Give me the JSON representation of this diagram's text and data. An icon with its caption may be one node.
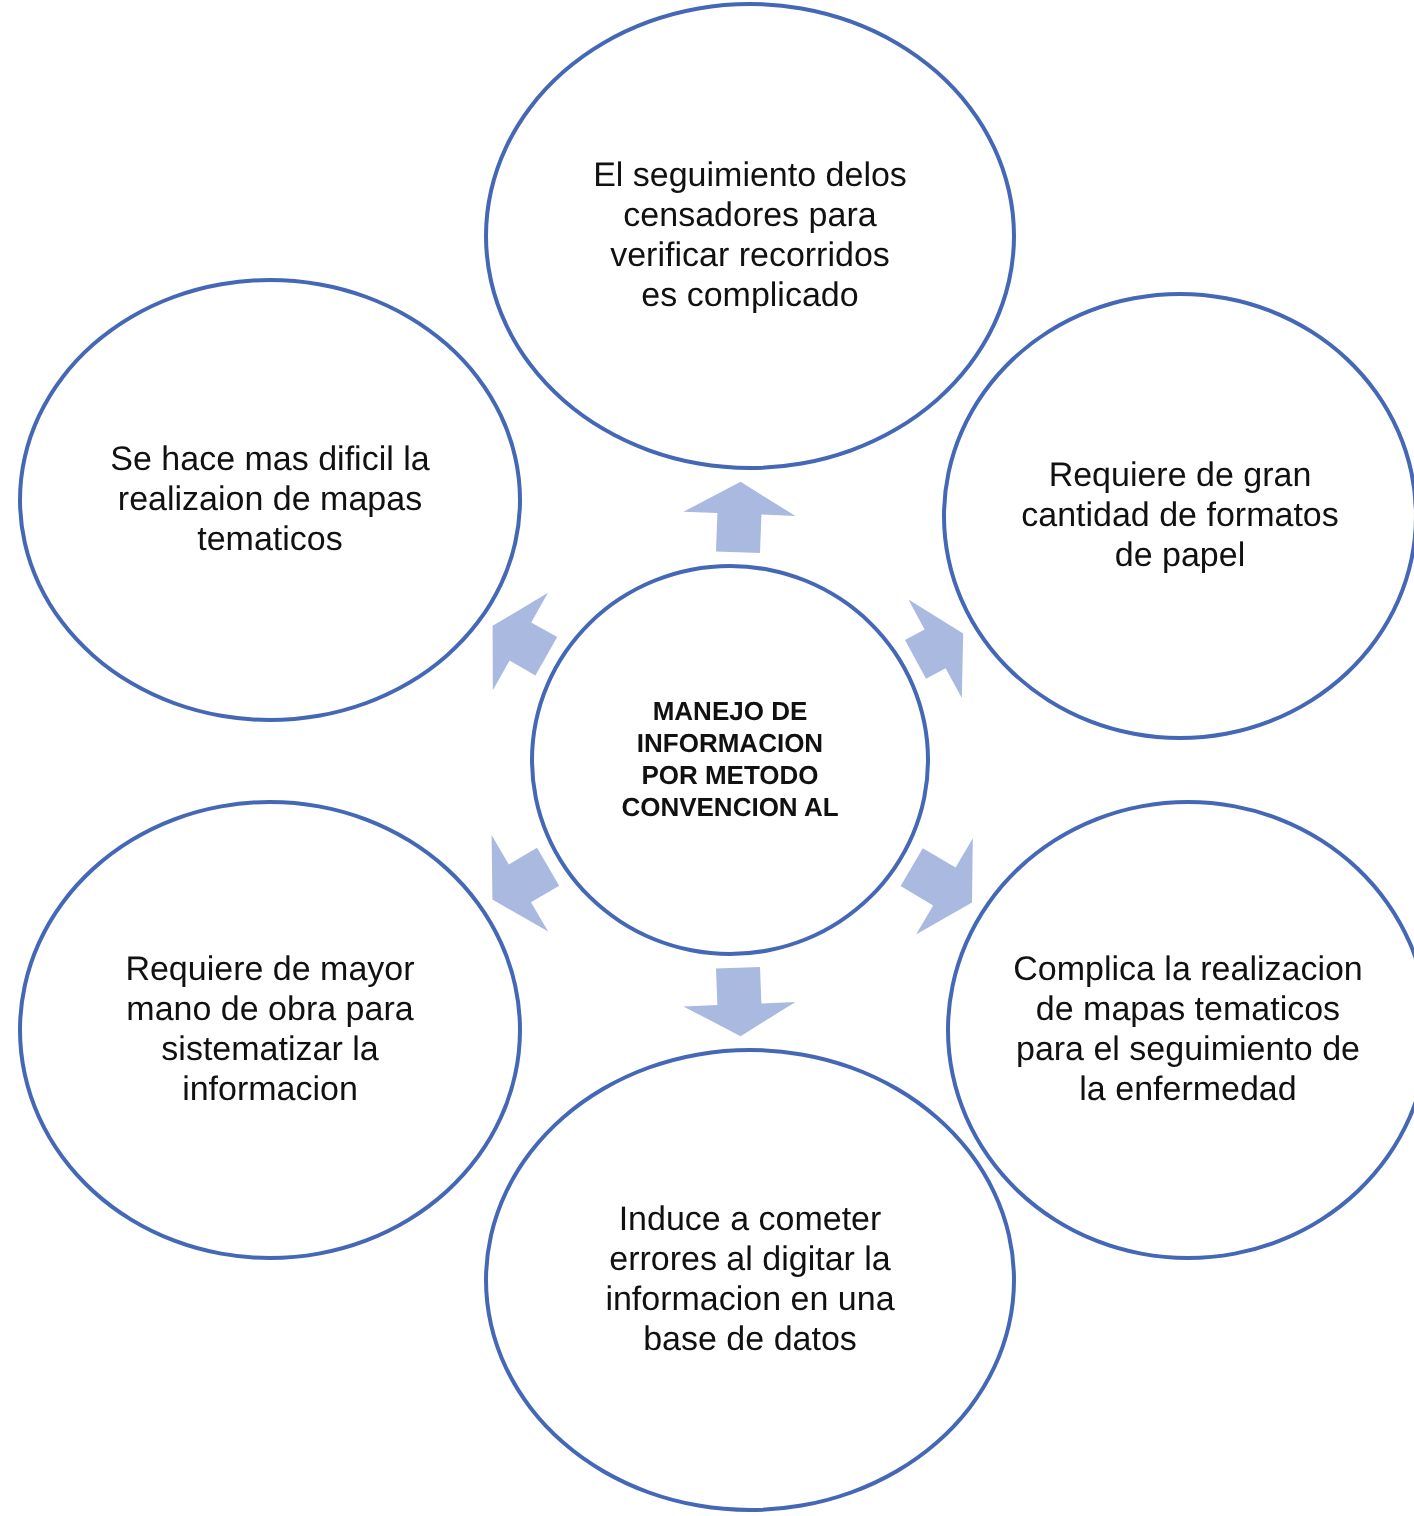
{
  "diagram": {
    "nodes": [
      {
        "text": [
          "MANEJO DE INFORMACION POR METODO CONVENCION AL"
        ]
      },
      {
        "text": [
          "El seguimiento delos censadores para verificar recorridos es complicado"
        ]
      },
      {
        "text": [
          "Requiere de gran cantidad de formatos de papel"
        ]
      },
      {
        "text": [
          "Complica la realizacion de mapas tematicos para el seguimiento de la enfermedad"
        ]
      },
      {
        "text": [
          "Induce a cometer errores al digitar la informacion en una base de datos"
        ]
      },
      {
        "text": [
          "Requiere de mayor mano de obra para sistematizar la informacion"
        ]
      },
      {
        "text": [
          "Se hace mas dificil la realizaion de mapas tematicos"
        ]
      }
    ],
    "edges": [
      {
        "from": 0,
        "to": 1,
        "arrow": "to"
      },
      {
        "from": 0,
        "to": 2,
        "arrow": "to"
      },
      {
        "from": 0,
        "to": 3,
        "arrow": "to"
      },
      {
        "from": 0,
        "to": 4,
        "arrow": "to"
      },
      {
        "from": 0,
        "to": 5,
        "arrow": "to"
      },
      {
        "from": 0,
        "to": 6,
        "arrow": "to"
      }
    ]
  }
}
